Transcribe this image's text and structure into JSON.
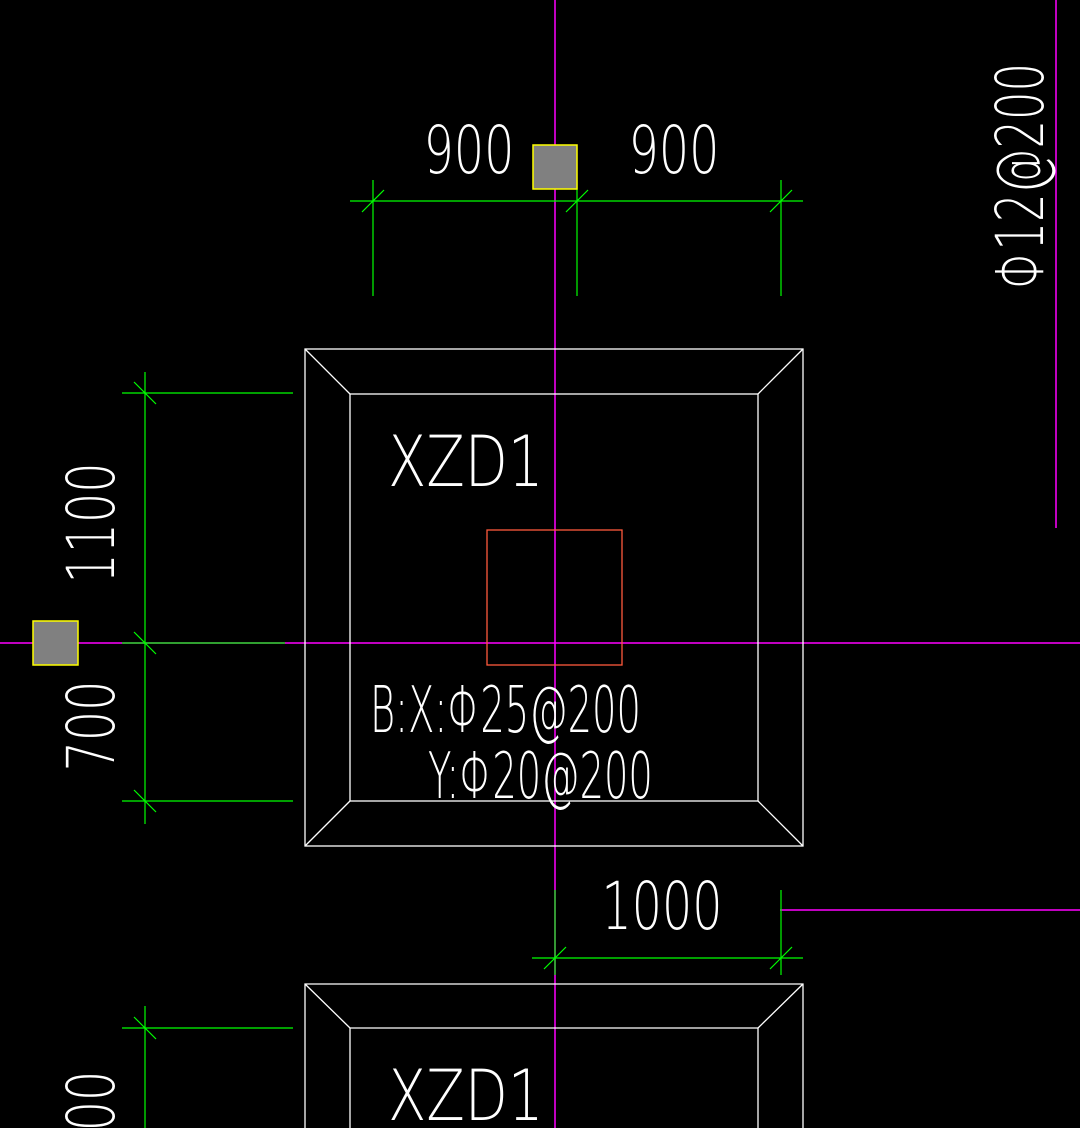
{
  "colors": {
    "background": "#000000",
    "dimension": "#00ff00",
    "outline": "#ffffff",
    "axis": "#ff00ff",
    "column": "#ff5a3c",
    "grip_fill": "#808080",
    "grip_border": "#ffff00"
  },
  "dimensions": {
    "top_left": "900",
    "top_right": "900",
    "left_upper": "1100",
    "left_lower": "700",
    "bottom_right": "1000",
    "next_left_partial": "00"
  },
  "footing_main": {
    "label": "XZD1",
    "rebar_bottom_x": "B:X:Φ25@200",
    "rebar_bottom_y": "Y:Φ20@200"
  },
  "footing_next": {
    "label": "XZD1"
  },
  "side_rebar": {
    "label": "Φ12@200"
  },
  "grips": {
    "count": 2,
    "icon": "selection-grip-icon"
  }
}
